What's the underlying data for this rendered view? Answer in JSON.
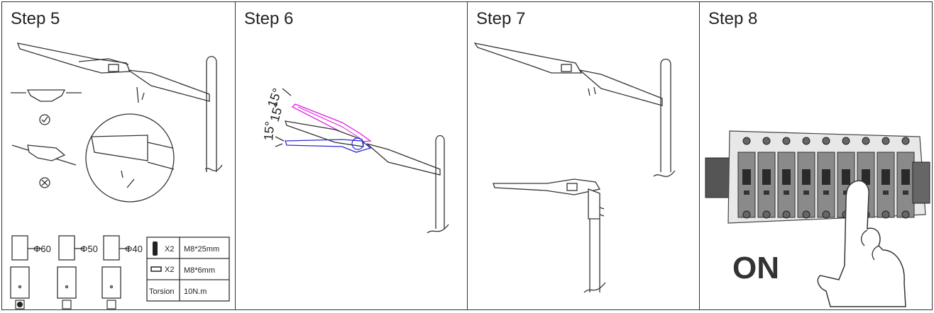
{
  "steps": [
    {
      "title": "Step 5"
    },
    {
      "title": "Step 6"
    },
    {
      "title": "Step 7"
    },
    {
      "title": "Step 8"
    }
  ],
  "step5": {
    "diameters": [
      "Φ60",
      "Φ50",
      "Φ40"
    ],
    "selected_index": 0,
    "spec_table": [
      {
        "qty": "X2",
        "size": "M8*25mm"
      },
      {
        "qty": "X2",
        "size": "M8*6mm"
      },
      {
        "label": "Torsion",
        "value": "10N.m"
      }
    ]
  },
  "step6": {
    "angle_upper": "15°",
    "angle_lower": "15°",
    "angle_mid": "15°",
    "colors": {
      "up": "#e01ee0",
      "down": "#2a2ad8"
    }
  },
  "step8": {
    "switch_label": "ON",
    "breaker_count": 9
  }
}
